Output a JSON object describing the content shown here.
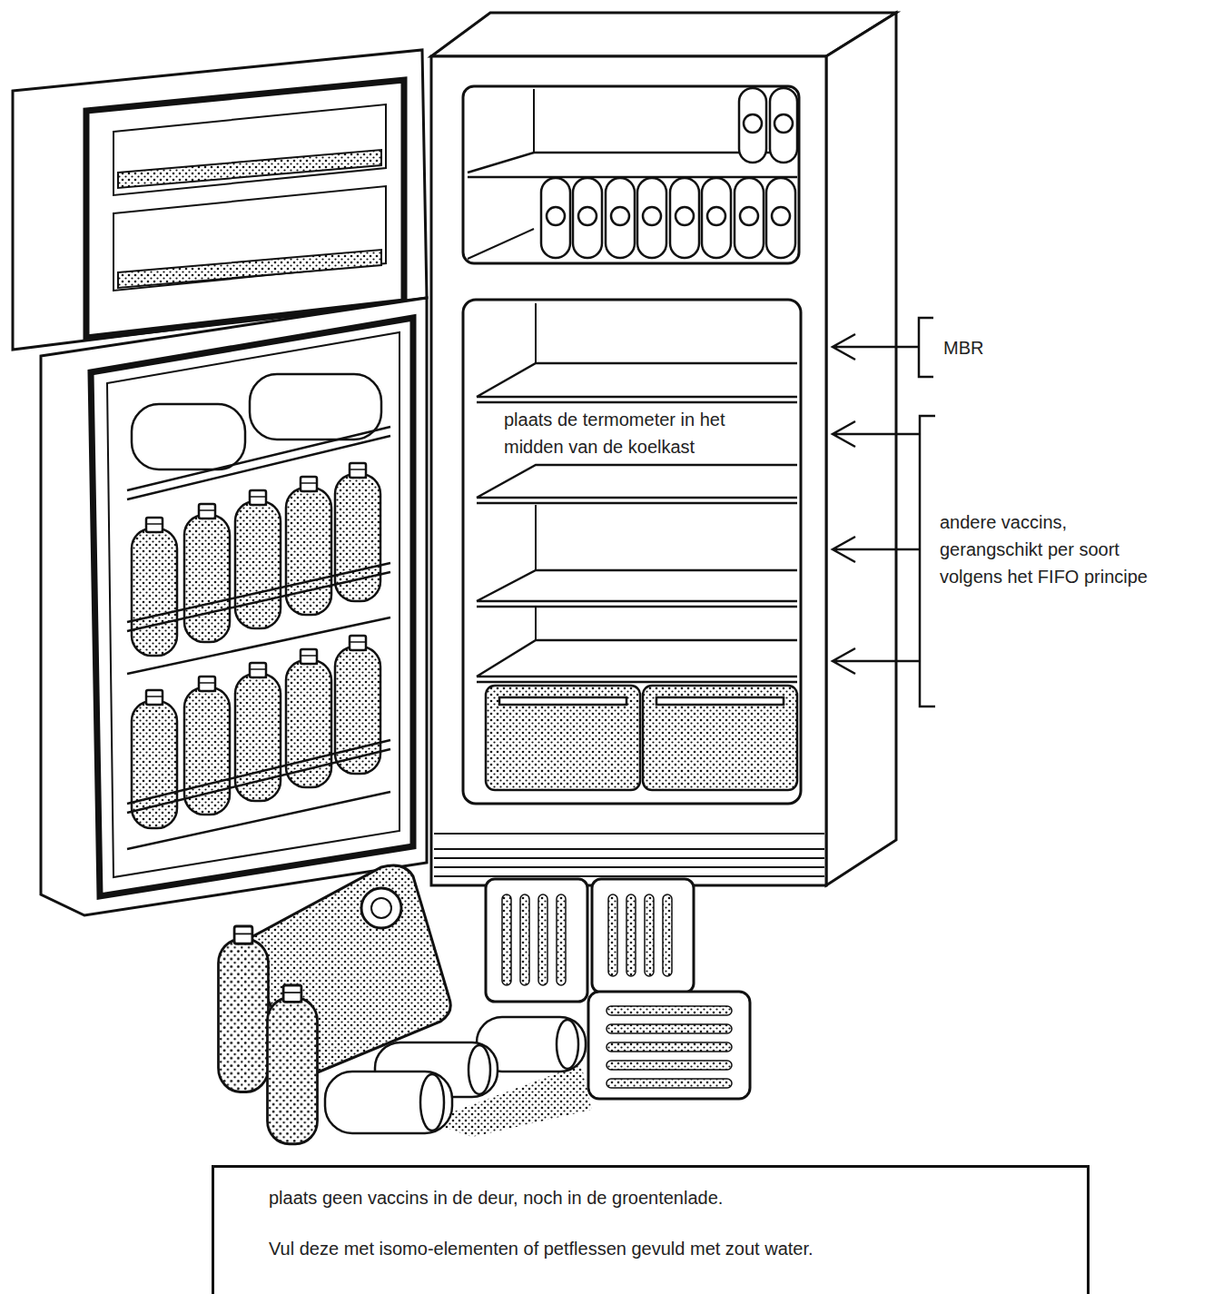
{
  "diagram": {
    "nodes": [
      {
        "text": [
          "plaats geen vaccins in de deur, noch in de groentenlade.",
          "Vul deze met isomo-elementen of petflessen gevuld met zout water."
        ]
      }
    ],
    "labels": [
      "MBR",
      "plaats de termometer in het midden van de koelkast",
      "andere vaccins, gerangschikt per soort volgens het FIFO principe"
    ]
  }
}
